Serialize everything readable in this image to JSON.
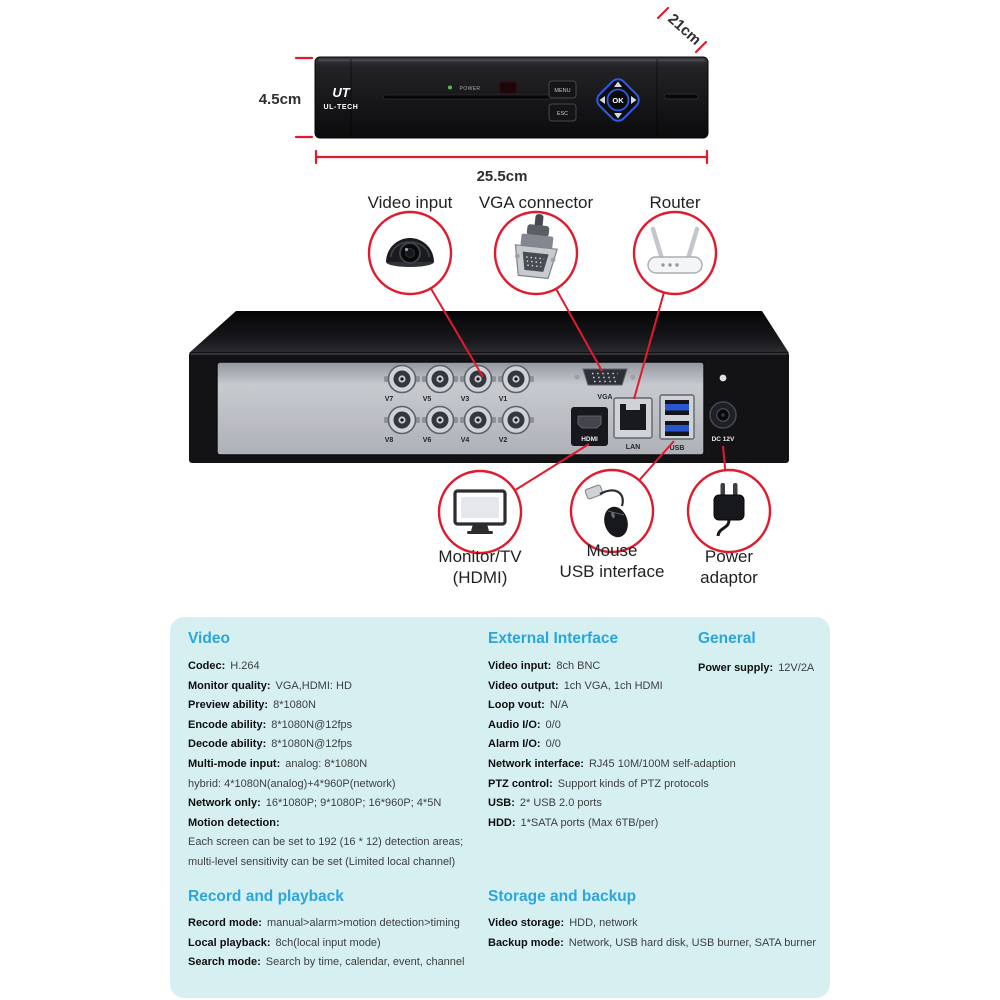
{
  "colors": {
    "accent_red": "#e11b2e",
    "heading_blue": "#2aa5de",
    "panel_background": "#d6f0f2"
  },
  "dimensions": {
    "depth": "21cm",
    "height": "4.5cm",
    "width": "25.5cm"
  },
  "front_panel": {
    "brand_short": "UT",
    "brand": "UL-TECH",
    "power": "POWER",
    "menu": "MENU",
    "esc": "ESC",
    "ok": "OK"
  },
  "back_panel": {
    "bnc_labels": [
      "V7",
      "V5",
      "V3",
      "V1",
      "V8",
      "V6",
      "V4",
      "V2"
    ],
    "vga": "VGA",
    "hdmi": "HDMI",
    "lan": "LAN",
    "usb": "USB",
    "dc": "DC 12V"
  },
  "callouts": {
    "video_input": "Video input",
    "vga_connector": "VGA connector",
    "router": "Router",
    "monitor_line1": "Monitor/TV",
    "monitor_line2": "(HDMI)",
    "mouse_line1": "Mouse",
    "mouse_line2": "USB interface",
    "power_line1": "Power",
    "power_line2": "adaptor"
  },
  "icons": {
    "video_input": "dome-camera-icon",
    "vga_connector": "vga-plug-icon",
    "router": "router-icon",
    "monitor": "monitor-icon",
    "mouse": "mouse-icon",
    "power_adaptor": "power-plug-icon"
  },
  "specs": {
    "video": {
      "heading": "Video",
      "rows": [
        {
          "label": "Codec:",
          "value": "H.264"
        },
        {
          "label": "Monitor quality:",
          "value": "VGA,HDMI: HD"
        },
        {
          "label": "Preview ability:",
          "value": "8*1080N"
        },
        {
          "label": "Encode ability:",
          "value": "8*1080N@12fps"
        },
        {
          "label": "Decode ability:",
          "value": "8*1080N@12fps"
        },
        {
          "label": "Multi-mode input:",
          "value": "analog: 8*1080N"
        },
        {
          "label": "",
          "value": "hybrid: 4*1080N(analog)+4*960P(network)"
        },
        {
          "label": "Network only:",
          "value": "16*1080P; 9*1080P; 16*960P; 4*5N"
        },
        {
          "label": "Motion detection:",
          "value": ""
        },
        {
          "label": "",
          "value": "Each screen can be set to 192 (16 * 12) detection areas;"
        },
        {
          "label": "",
          "value": "multi-level sensitivity can be set (Limited local channel)"
        }
      ]
    },
    "external": {
      "heading": "External Interface",
      "rows": [
        {
          "label": "Video input:",
          "value": "8ch BNC"
        },
        {
          "label": "Video output:",
          "value": "1ch VGA, 1ch HDMI"
        },
        {
          "label": "Loop vout:",
          "value": "N/A"
        },
        {
          "label": "Audio I/O:",
          "value": "0/0"
        },
        {
          "label": "Alarm I/O:",
          "value": "0/0"
        },
        {
          "label": "Network interface:",
          "value": "RJ45 10M/100M self-adaption"
        },
        {
          "label": "PTZ control:",
          "value": "Support kinds of PTZ protocols"
        },
        {
          "label": "USB:",
          "value": "2* USB 2.0 ports"
        },
        {
          "label": "HDD:",
          "value": "1*SATA ports (Max 6TB/per)"
        }
      ]
    },
    "general": {
      "heading": "General",
      "rows": [
        {
          "label": "Power supply:",
          "value": "12V/2A"
        }
      ]
    },
    "record": {
      "heading": "Record and playback",
      "rows": [
        {
          "label": "Record mode:",
          "value": "manual>alarm>motion detection>timing"
        },
        {
          "label": "Local playback:",
          "value": "8ch(local input mode)"
        },
        {
          "label": "Search mode:",
          "value": "Search by time, calendar, event, channel"
        }
      ]
    },
    "storage": {
      "heading": "Storage and backup",
      "rows": [
        {
          "label": "Video storage:",
          "value": "HDD, network"
        },
        {
          "label": "Backup mode:",
          "value": "Network, USB hard disk, USB burner, SATA burner"
        }
      ]
    }
  }
}
